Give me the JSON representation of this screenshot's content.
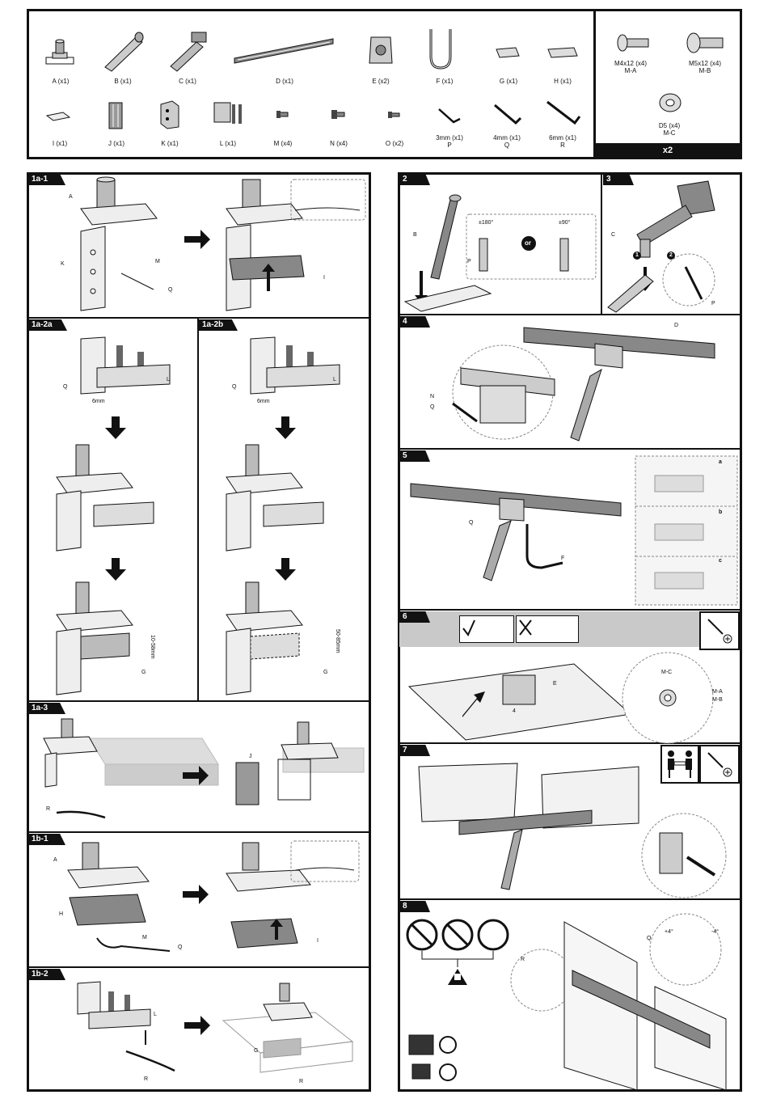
{
  "parts": [
    {
      "letter": "A",
      "label": "A (x1)"
    },
    {
      "letter": "B",
      "label": "B (x1)"
    },
    {
      "letter": "C",
      "label": "C (x1)"
    },
    {
      "letter": "D",
      "label": "D (x1)"
    },
    {
      "letter": "E",
      "label": "E (x2)"
    },
    {
      "letter": "F",
      "label": "F (x1)"
    },
    {
      "letter": "G",
      "label": "G (x1)"
    },
    {
      "letter": "H",
      "label": "H (x1)"
    },
    {
      "letter": "I",
      "label": "I (x1)"
    },
    {
      "letter": "J",
      "label": "J (x1)"
    },
    {
      "letter": "K",
      "label": "K (x1)"
    },
    {
      "letter": "L",
      "label": "L (x1)"
    },
    {
      "letter": "M",
      "label": "M (x4)"
    },
    {
      "letter": "N",
      "label": "N (x4)"
    },
    {
      "letter": "O",
      "label": "O (x2)"
    },
    {
      "letter": "P",
      "label": "3mm (x1)\nP"
    },
    {
      "letter": "Q",
      "label": "4mm (x1)\nQ"
    },
    {
      "letter": "R",
      "label": "6mm (x1)\nR"
    }
  ],
  "hardware": {
    "ma": "M4x12 (x4)",
    "ma_code": "M-A",
    "mb": "M5x12 (x4)",
    "mb_code": "M-B",
    "mc": "D5 (x4)",
    "mc_code": "M-C",
    "qty": "x2"
  },
  "steps": {
    "s1a1": "1a-1",
    "s1a2a": "1a-2a",
    "s1a2b": "1a-2b",
    "s1a3": "1a-3",
    "s1b1": "1b-1",
    "s1b2": "1b-2",
    "s2": "2",
    "s3": "3",
    "s4": "4",
    "s5": "5",
    "s6": "6",
    "s7": "7",
    "s8": "8"
  },
  "callouts": {
    "A": "A",
    "K": "K",
    "M": "M",
    "Q": "Q",
    "I": "I",
    "L": "L",
    "mm6": "6mm",
    "G": "G",
    "range1": "10-58mm",
    "range2": "50-85mm",
    "R": "R",
    "J": "J",
    "H": "H",
    "B": "B",
    "P": "P",
    "rot180": "±180°",
    "rot90": "±90°",
    "or": "or",
    "C": "C",
    "one": "1",
    "two": "2",
    "D": "D",
    "N": "N",
    "F": "F",
    "a": "a",
    "b": "b",
    "c": "c",
    "E": "E",
    "MC": "M-C",
    "MA": "M-A",
    "MB": "M-B",
    "plus4": "+4°",
    "minus4": "-4°",
    "four": "4"
  }
}
